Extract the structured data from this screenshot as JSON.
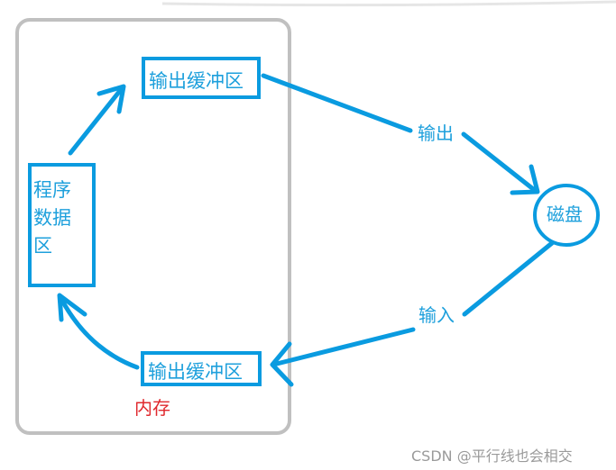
{
  "nodes": {
    "output_buffer": "输出缓冲区",
    "input_buffer": "输出缓冲区",
    "program_data": [
      "程序",
      "数据",
      "区"
    ],
    "disk": "磁盘"
  },
  "edges": {
    "to_disk": "输出",
    "from_disk": "输入"
  },
  "memory_label": "内存",
  "watermark": "CSDN @平行线也会相交",
  "colors": {
    "accent": "#0a9be0",
    "memory_border": "#c0c0c0",
    "memory_label": "#e0282d"
  }
}
